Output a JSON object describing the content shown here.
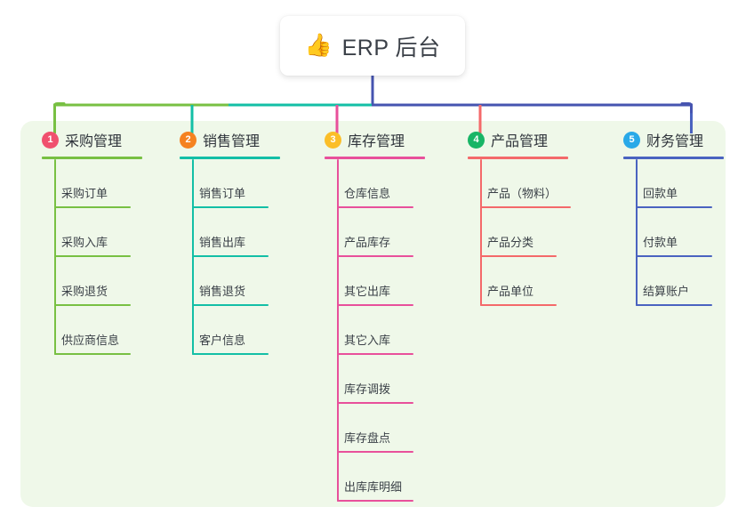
{
  "diagram": {
    "type": "mind-map",
    "background_color": "#ffffff",
    "panel_color": "#eff8e9",
    "root": {
      "icon": "thumbs-up-emoji",
      "emoji": "👍",
      "title": "ERP 后台",
      "card_color": "#ffffff",
      "text_color": "#3b4048"
    },
    "trunk_color": "#4654b0",
    "bus_segments": [
      {
        "color": "#78c043"
      },
      {
        "color": "#13bfa6"
      },
      {
        "color": "#4654b0"
      }
    ],
    "columns": [
      {
        "index": "1",
        "badge": "1",
        "badge_color": "#f0506e",
        "title": "采购管理",
        "line_color": "#78c043",
        "items": [
          {
            "label": "采购订单"
          },
          {
            "label": "采购入库"
          },
          {
            "label": "采购退货"
          },
          {
            "label": "供应商信息"
          }
        ]
      },
      {
        "index": "2",
        "badge": "2",
        "badge_color": "#f58220",
        "title": "销售管理",
        "line_color": "#13bfa6",
        "items": [
          {
            "label": "销售订单"
          },
          {
            "label": "销售出库"
          },
          {
            "label": "销售退货"
          },
          {
            "label": "客户信息"
          }
        ]
      },
      {
        "index": "3",
        "badge": "3",
        "badge_color": "#fbbe28",
        "title": "库存管理",
        "line_color": "#e8509b",
        "items": [
          {
            "label": "仓库信息"
          },
          {
            "label": "产品库存"
          },
          {
            "label": "其它出库"
          },
          {
            "label": "其它入库"
          },
          {
            "label": "库存调拨"
          },
          {
            "label": "库存盘点"
          },
          {
            "label": "出库库明细"
          }
        ]
      },
      {
        "index": "4",
        "badge": "4",
        "badge_color": "#18b566",
        "title": "产品管理",
        "line_color": "#f4696a",
        "items": [
          {
            "label": "产品（物料）"
          },
          {
            "label": "产品分类"
          },
          {
            "label": "产品单位"
          }
        ]
      },
      {
        "index": "5",
        "badge": "5",
        "badge_color": "#29a9e8",
        "title": "财务管理",
        "line_color": "#4a63c0",
        "items": [
          {
            "label": "回款单"
          },
          {
            "label": "付款单"
          },
          {
            "label": "结算账户"
          }
        ]
      }
    ]
  }
}
